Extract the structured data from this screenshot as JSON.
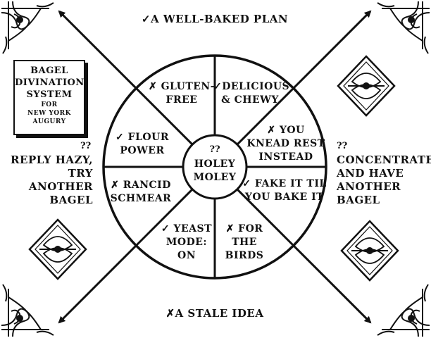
{
  "top_answer": "✓A WELL-BAKED PLAN",
  "bottom_answer": "✗A STALE IDEA",
  "title_box": {
    "line1": "BAGEL",
    "line2": "DIVINATION",
    "line3": "SYSTEM",
    "line4": "FOR",
    "line5": "NEW YORK",
    "line6": "AUGURY"
  },
  "left_answer": {
    "marks": "??",
    "line1": "REPLY HAZY,",
    "line2": "TRY ANOTHER",
    "line3": "BAGEL"
  },
  "right_answer": {
    "marks": "??",
    "line1": "CONCENTRATE",
    "line2": "AND HAVE",
    "line3": "ANOTHER BAGEL"
  },
  "center": {
    "marks": "??",
    "line1": "HOLEY",
    "line2": "MOLEY"
  },
  "segments": {
    "gluten_free": {
      "line1": "✗ GLUTEN-",
      "line2": "FREE"
    },
    "delicious": {
      "line1": "✓DELICIOUS",
      "line2": "& CHEWY"
    },
    "knead_rest": {
      "line1": "✗ YOU",
      "line2": "KNEAD REST",
      "line3": "INSTEAD"
    },
    "fake_it": {
      "line1": "✓ FAKE IT TIL",
      "line2": "YOU BAKE IT"
    },
    "for_birds": {
      "line1": "✗ FOR",
      "line2": "THE",
      "line3": "BIRDS"
    },
    "yeast_mode": {
      "line1": "✓ YEAST",
      "line2": "MODE:",
      "line3": "ON"
    },
    "rancid": {
      "line1": "✗ RANCID",
      "line2": "SCHMEAR"
    },
    "flour_power": {
      "line1": "✓ FLOUR",
      "line2": "POWER"
    }
  },
  "colors": {
    "ink": "#111111",
    "paper": "#ffffff"
  }
}
